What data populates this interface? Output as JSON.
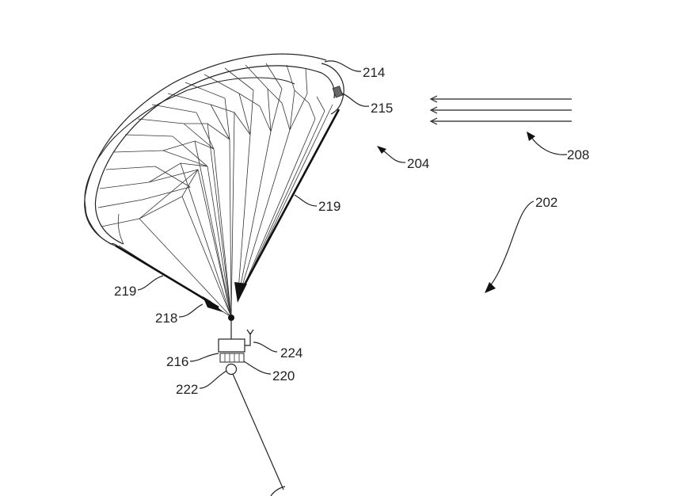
{
  "labels": {
    "l214": "214",
    "l215": "215",
    "l204": "204",
    "l208": "208",
    "l202": "202",
    "l219_right": "219",
    "l219_left": "219",
    "l218": "218",
    "l224": "224",
    "l216": "216",
    "l220": "220",
    "l222": "222"
  }
}
